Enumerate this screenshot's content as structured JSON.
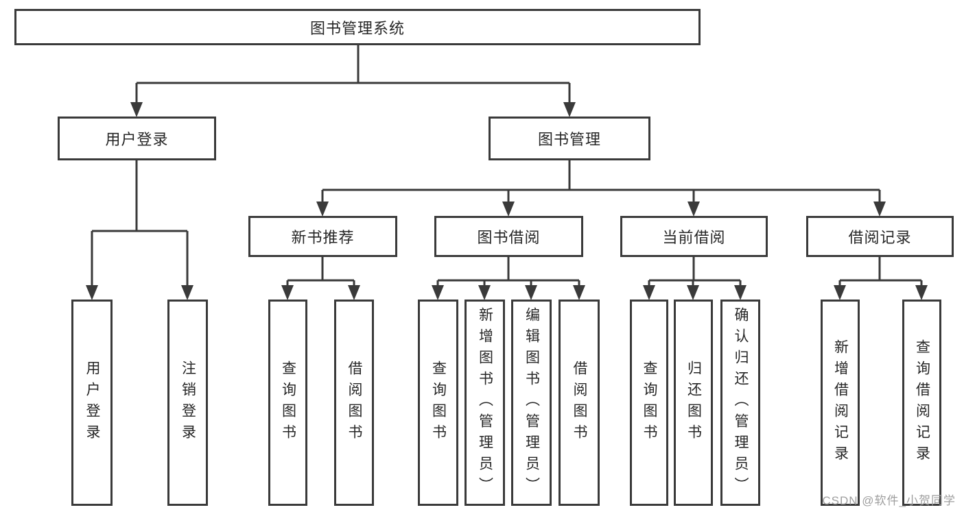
{
  "nodes": {
    "root": "图书管理系统",
    "l2": [
      "用户登录",
      "图书管理"
    ],
    "l3": [
      "新书推荐",
      "图书借阅",
      "当前借阅",
      "借阅记录"
    ],
    "leaves_user_login": [
      "用户登录",
      "注销登录"
    ],
    "leaves_new_book": [
      "查询图书",
      "借阅图书"
    ],
    "leaves_book_borrow": [
      "查询图书",
      "新增图书（管理员）",
      "编辑图书（管理员）",
      "借阅图书"
    ],
    "leaves_current_borrow": [
      "查询图书",
      "归还图书",
      "确认归还（管理员）"
    ],
    "leaves_borrow_records": [
      "新增借阅记录",
      "查询借阅记录"
    ]
  },
  "colors": {
    "line": "#3a3a3a",
    "text": "#262626",
    "watermark_gray": "#9e9e9e"
  },
  "watermark": "CSDN @软件_小贺同学"
}
